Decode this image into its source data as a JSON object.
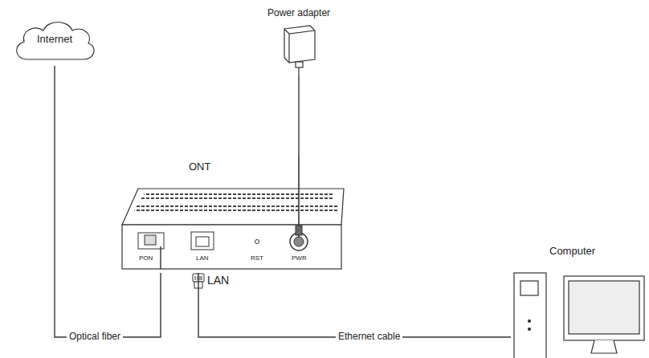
{
  "diagram": {
    "nodes": [
      {
        "text": [
          "Internet"
        ]
      },
      {
        "text": [
          "Power adapter"
        ]
      },
      {
        "text": [
          "ONT"
        ]
      },
      {
        "text": [
          "Computer"
        ]
      }
    ],
    "edges": [
      {
        "from": 0,
        "to": 2,
        "arrow": "none",
        "label": "Optical fiber"
      },
      {
        "from": 1,
        "to": 2,
        "arrow": "none"
      },
      {
        "from": 2,
        "to": 3,
        "arrow": "none",
        "label": "Ethernet cable"
      }
    ],
    "labels": [
      "PON",
      "LAN",
      "RST",
      "PWR",
      "LAN"
    ]
  }
}
